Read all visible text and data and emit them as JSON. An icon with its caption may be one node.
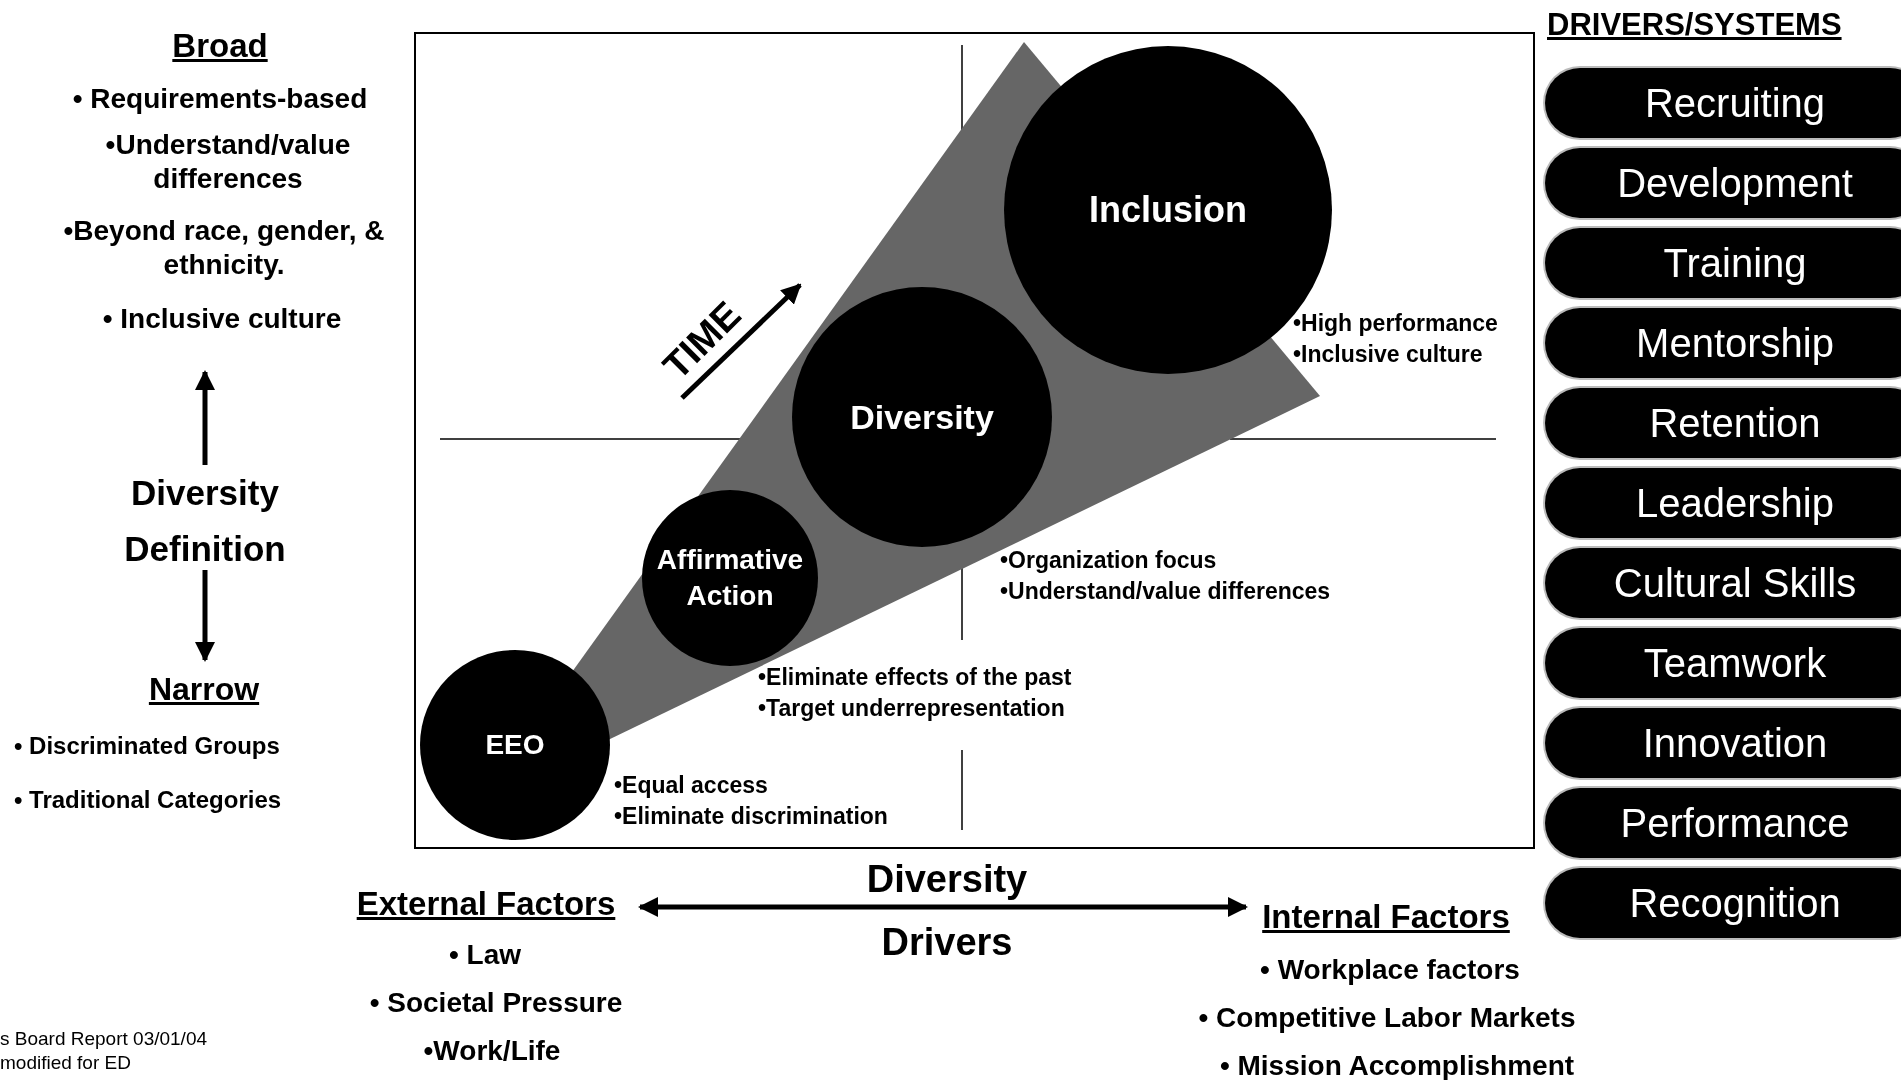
{
  "diagram": {
    "nodes": [
      {
        "text": [
          "EEO"
        ],
        "beside": [
          "•Equal access",
          "•Eliminate discrimination"
        ]
      },
      {
        "text": [
          "Affirmative Action"
        ],
        "beside": [
          "•Eliminate effects of the past",
          "•Target underrepresentation"
        ]
      },
      {
        "text": [
          "Diversity"
        ],
        "beside": [
          "•Organization focus",
          "•Understand/value differences"
        ]
      },
      {
        "text": [
          "Inclusion"
        ],
        "beside": [
          "•High performance",
          "•Inclusive culture"
        ]
      },
      {
        "text": [
          "Recruiting"
        ]
      },
      {
        "text": [
          "Development"
        ]
      },
      {
        "text": [
          "Training"
        ]
      },
      {
        "text": [
          "Mentorship"
        ]
      },
      {
        "text": [
          "Retention"
        ]
      },
      {
        "text": [
          "Leadership"
        ]
      },
      {
        "text": [
          "Cultural Skills"
        ]
      },
      {
        "text": [
          "Teamwork"
        ]
      },
      {
        "text": [
          "Innovation"
        ]
      },
      {
        "text": [
          "Performance"
        ]
      },
      {
        "text": [
          "Recognition"
        ]
      }
    ],
    "labels": [
      "Broad",
      "• Requirements-based",
      "•Understand/value differences",
      "•Beyond race, gender, & ethnicity.",
      "• Inclusive culture",
      "Diversity Definition",
      "Narrow",
      "• Discriminated Groups",
      "• Traditional Categories",
      "TIME",
      "DRIVERS/SYSTEMS",
      "Diversity Drivers",
      "External Factors",
      "• Law",
      "• Societal Pressure",
      "•Work/Life",
      "Internal Factors",
      "• Workplace factors",
      "• Competitive Labor Markets",
      "• Mission Accomplishment",
      "s Board Report 03/01/04",
      "modified for ED"
    ]
  }
}
